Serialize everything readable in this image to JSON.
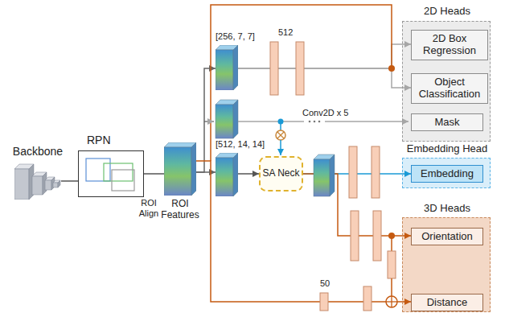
{
  "diagram": {
    "nodes": [
      {
        "text": [
          "Backbone"
        ]
      },
      {
        "text": [
          "RPN"
        ]
      },
      {
        "text": [
          "ROI Features"
        ]
      },
      {
        "text": [
          "[256, 7, 7]"
        ]
      },
      {
        "text": [
          "[512, 14, 14]"
        ]
      },
      {
        "text": [
          "SA Neck"
        ]
      },
      {
        "text": [
          "2D Heads"
        ]
      },
      {
        "text": [
          "2D Box Regression"
        ],
        "in": 6
      },
      {
        "text": [
          "Object Classification"
        ],
        "in": 6
      },
      {
        "text": [
          "Mask"
        ],
        "in": 6
      },
      {
        "text": [
          "Embedding Head"
        ]
      },
      {
        "text": [
          "Embedding"
        ],
        "in": 10
      },
      {
        "text": [
          "3D Heads"
        ]
      },
      {
        "text": [
          "Orientation"
        ],
        "in": 12
      },
      {
        "text": [
          "Distance"
        ],
        "in": 12
      }
    ],
    "edges": [
      {
        "from": 0,
        "to": 1,
        "arrow": "none"
      },
      {
        "from": 1,
        "to": 2,
        "arrow": "none"
      },
      {
        "from": 2,
        "to": 3,
        "arrow": "to"
      },
      {
        "from": 2,
        "to": 4,
        "arrow": "to"
      },
      {
        "from": 3,
        "to": 7,
        "arrow": "to"
      },
      {
        "from": 3,
        "to": 8,
        "arrow": "to"
      },
      {
        "from": 4,
        "to": 5,
        "arrow": "to"
      },
      {
        "from": 5,
        "to": 11,
        "arrow": "to"
      },
      {
        "from": 5,
        "to": 13,
        "arrow": "to"
      },
      {
        "from": 2,
        "to": 14,
        "arrow": "to"
      }
    ],
    "labels": [
      "ROI Align",
      "512",
      "Conv2D x 5",
      "50"
    ]
  }
}
